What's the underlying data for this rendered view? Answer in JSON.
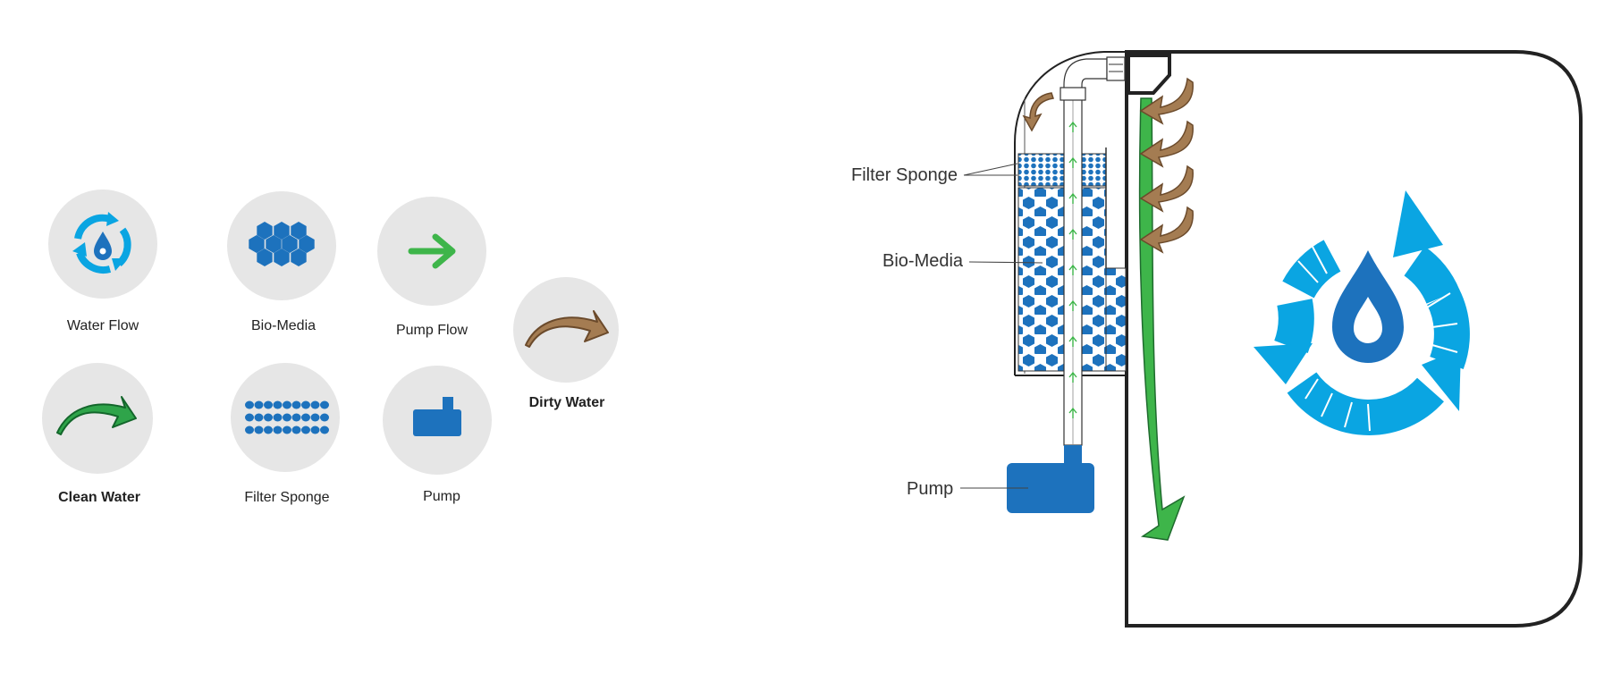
{
  "legend": {
    "items": [
      {
        "key": "water_flow",
        "label": "Water Flow",
        "icon": "recycle-droplet-icon",
        "bold": false
      },
      {
        "key": "bio_media",
        "label": "Bio-Media",
        "icon": "honeycomb-icon",
        "bold": false
      },
      {
        "key": "pump_flow",
        "label": "Pump Flow",
        "icon": "green-chevron-arrow-icon",
        "bold": false
      },
      {
        "key": "dirty_water",
        "label": "Dirty Water",
        "icon": "brown-curved-arrow-icon",
        "bold": true
      },
      {
        "key": "clean_water",
        "label": "Clean Water",
        "icon": "green-curved-arrow-icon",
        "bold": true
      },
      {
        "key": "filter_sponge",
        "label": "Filter Sponge",
        "icon": "dotted-grid-icon",
        "bold": false
      },
      {
        "key": "pump",
        "label": "Pump",
        "icon": "pump-block-icon",
        "bold": false
      }
    ]
  },
  "diagram": {
    "callouts": {
      "filter_sponge": "Filter Sponge",
      "bio_media": "Bio-Media",
      "pump": "Pump"
    }
  },
  "colors": {
    "circle_bg": "#e6e6e6",
    "water_flow_blue": "#0aa5e2",
    "media_blue": "#1d72bd",
    "pump_flow_green": "#3eb54a",
    "clean_water_green": "#1f8c3a",
    "dirty_water_brown": "#a47c52",
    "outline": "#222222"
  }
}
